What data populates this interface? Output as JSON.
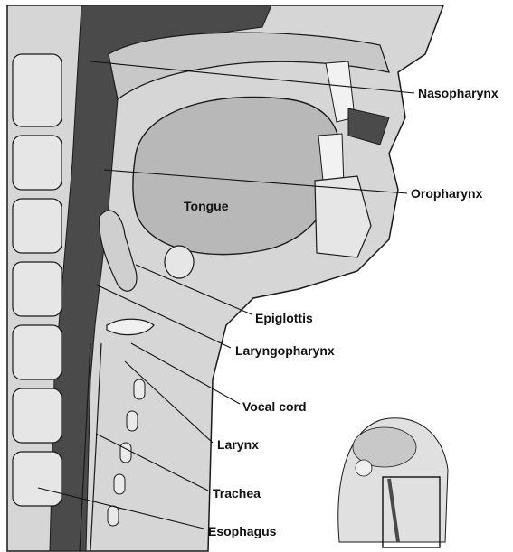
{
  "labels": {
    "nasopharynx": "Nasopharynx",
    "oropharynx": "Oropharynx",
    "tongue": "Tongue",
    "epiglottis": "Epiglottis",
    "laryngopharynx": "Laryngopharynx",
    "vocal_cord": "Vocal cord",
    "larynx": "Larynx",
    "trachea": "Trachea",
    "esophagus": "Esophagus"
  },
  "colors": {
    "tissue_light": "#d8d8d8",
    "tissue_mid": "#b8b8b8",
    "airway_dark": "#4a4a4a",
    "outline": "#1a1a1a",
    "bone": "#e6e6e6"
  }
}
